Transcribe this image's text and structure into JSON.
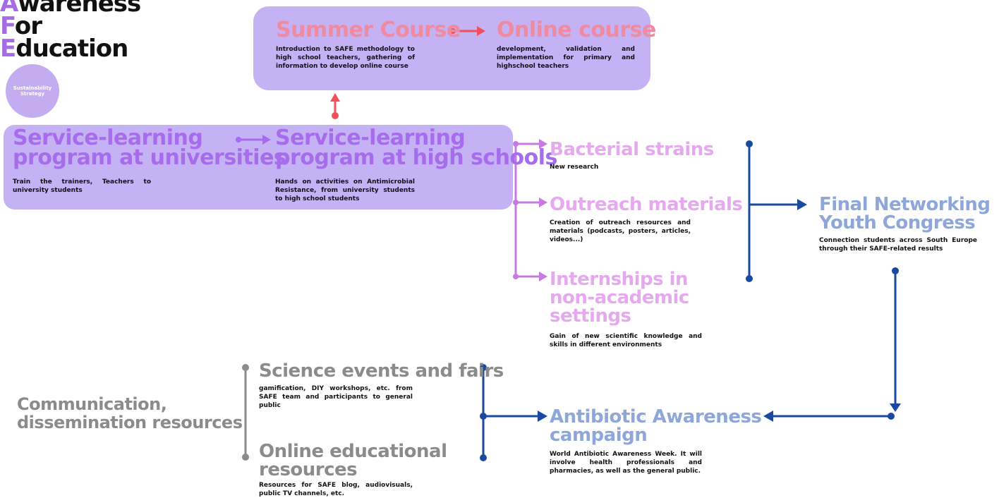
{
  "logo": {
    "lines": [
      {
        "first": "A",
        "rest": "wareness"
      },
      {
        "first": "F",
        "rest": "or"
      },
      {
        "first": "E",
        "rest": "ducation"
      }
    ],
    "badge": "Sustainability Strategy"
  },
  "top_panel": {
    "summer": {
      "title": "Summer Course",
      "desc": "Introduction to SAFE methodology to high school teachers, gathering of information to develop online course"
    },
    "online": {
      "title": "Online course",
      "desc": "development, validation and implementation for primary and highschool teachers"
    }
  },
  "main_panel": {
    "universities": {
      "title_l1": "Service-learning",
      "title_l2": "program at universities",
      "desc": "Train the trainers, Teachers to university students"
    },
    "highschools": {
      "title_l1": "Service-learning",
      "title_l2": "program at high schools",
      "desc": "Hands on activities on Antimicrobial Resistance, from university students to high school students"
    }
  },
  "outcomes": {
    "bacterial": {
      "title": "Bacterial strains",
      "desc": "New research"
    },
    "outreach": {
      "title": "Outreach materials",
      "desc": "Creation of outreach resources and materials (podcasts, posters, articles, videos...)"
    },
    "internships": {
      "title_l1": "Internships in",
      "title_l2": "non-academic",
      "title_l3": "settings",
      "desc": "Gain of new scientific knowledge and skills in different environments"
    }
  },
  "congress": {
    "title_l1": "Final Networking",
    "title_l2": "Youth Congress",
    "desc": "Connection students across South Europe through their SAFE-related results"
  },
  "communication": {
    "title_l1": "Communication,",
    "title_l2": "dissemination resources"
  },
  "science_events": {
    "title": "Science events and fairs",
    "desc": "gamification, DIY workshops, etc. from SAFE team and participants to general public"
  },
  "online_resources": {
    "title_l1": "Online educational",
    "title_l2": "resources",
    "desc": "Resources for SAFE blog, audiovisuals, public TV channels, etc."
  },
  "campaign": {
    "title_l1": "Antibiotic Awareness",
    "title_l2": "campaign",
    "desc": "World Antibiotic Awareness Week. It will involve health professionals and pharmacies, as well as the general public."
  },
  "colors": {
    "panel": "#c4b2f5",
    "purple": "#a66cec",
    "pink": "#f08aa0",
    "red_arrow": "#f0505a",
    "lilac": "#e6a8ee",
    "magenta_line": "#c77ae0",
    "blue_line": "#1a4aa0",
    "blue_text": "#8ea6d8",
    "grey": "#8b8b8b"
  }
}
